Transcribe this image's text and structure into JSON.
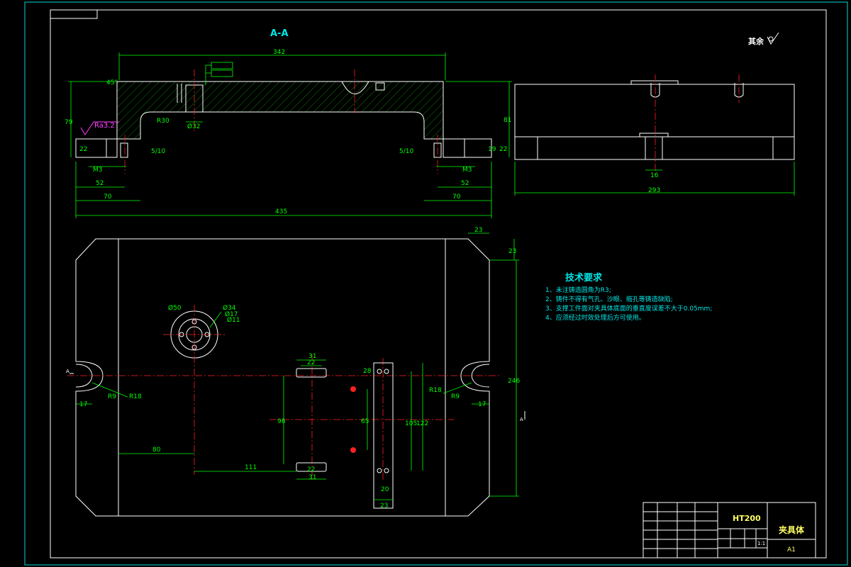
{
  "drawing": {
    "section_label": "A-A",
    "surface_note": "其余",
    "roughness": "Ra3.2",
    "view_marker_a": "A",
    "dims_section": {
      "overall_top": "342",
      "overall_bottom": "435",
      "height_left": "79",
      "height_right": "81",
      "left_22": "22",
      "left_52": "52",
      "left_70": "70",
      "left_m3": "M3",
      "left_510": "5/10",
      "right_52": "52",
      "right_70": "70",
      "right_m3": "M3",
      "right_510": "5/10",
      "right_19": "19",
      "right_22": "22",
      "dia32": "Ø32",
      "r30": "R30",
      "angle": "45°"
    },
    "dims_side": {
      "width": "293",
      "slot": "16"
    },
    "dims_plan": {
      "corner_h": "23",
      "corner_v": "23",
      "height": "246",
      "dia50": "Ø50",
      "dia34": "Ø34",
      "dia17": "Ø17",
      "dia11": "Ø11",
      "w31_top": "31",
      "w22_top": "22",
      "w31_bottom": "31",
      "w22_bottom": "22",
      "d28": "28",
      "d96": "96",
      "d65": "65",
      "d105": "105",
      "d122": "122",
      "d23": "23",
      "d80": "80",
      "d111": "111",
      "r18_left": "R18",
      "r9_left": "R9",
      "r18_right": "R18",
      "r9_right": "R9",
      "d17_left": "17",
      "d17_right": "17",
      "d20": "20"
    },
    "tech_requirements": {
      "title": "技术要求",
      "items": [
        "1、未注铸造圆角为R3;",
        "2、铸件不得有气孔、沙眼、缩孔等铸造缺陷;",
        "3、支撑工件面对夹具体底面的垂直度误差不大于0.05mm;",
        "4、应须经过时效处理后方可使用。"
      ]
    },
    "title_block": {
      "material": "HT200",
      "part_name": "夹具体",
      "sheet_size": "A1",
      "scale": "1:1"
    }
  },
  "colors": {
    "background": "#000000",
    "outline": "#ffffff",
    "dimension": "#00ff00",
    "border": "#00d8d8",
    "centerline": "#ff2020",
    "roughness": "#ff40ff"
  }
}
